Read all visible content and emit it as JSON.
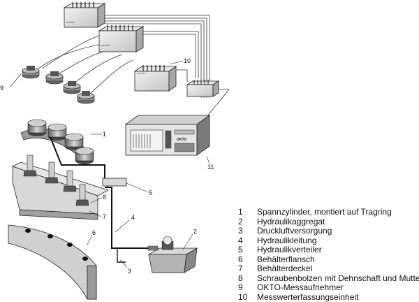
{
  "callouts": [
    "1",
    "2",
    "3",
    "4",
    "5",
    "6",
    "7",
    "8",
    "9",
    "10",
    "11"
  ],
  "device_texts": {
    "brand": "semtec",
    "cabinet_label": "OKTO"
  },
  "legend": [
    {
      "num": "1",
      "text": "Spannzylinder, montiert auf Tragring"
    },
    {
      "num": "2",
      "text": "Hydraulikaggregat"
    },
    {
      "num": "3",
      "text": "Druckluftversorgung"
    },
    {
      "num": "4",
      "text": "Hydraulikleitung"
    },
    {
      "num": "5",
      "text": "Hydraulikverteiler"
    },
    {
      "num": "6",
      "text": "Behälterflansch"
    },
    {
      "num": "7",
      "text": "Behälterdeckel"
    },
    {
      "num": "8",
      "text": "Schraubenbolzen mit Dehnschaft und Mutter"
    },
    {
      "num": "9",
      "text": "OKTO-Messaufnehmer"
    },
    {
      "num": "10",
      "text": "Messwerterfassungseinheit"
    }
  ]
}
